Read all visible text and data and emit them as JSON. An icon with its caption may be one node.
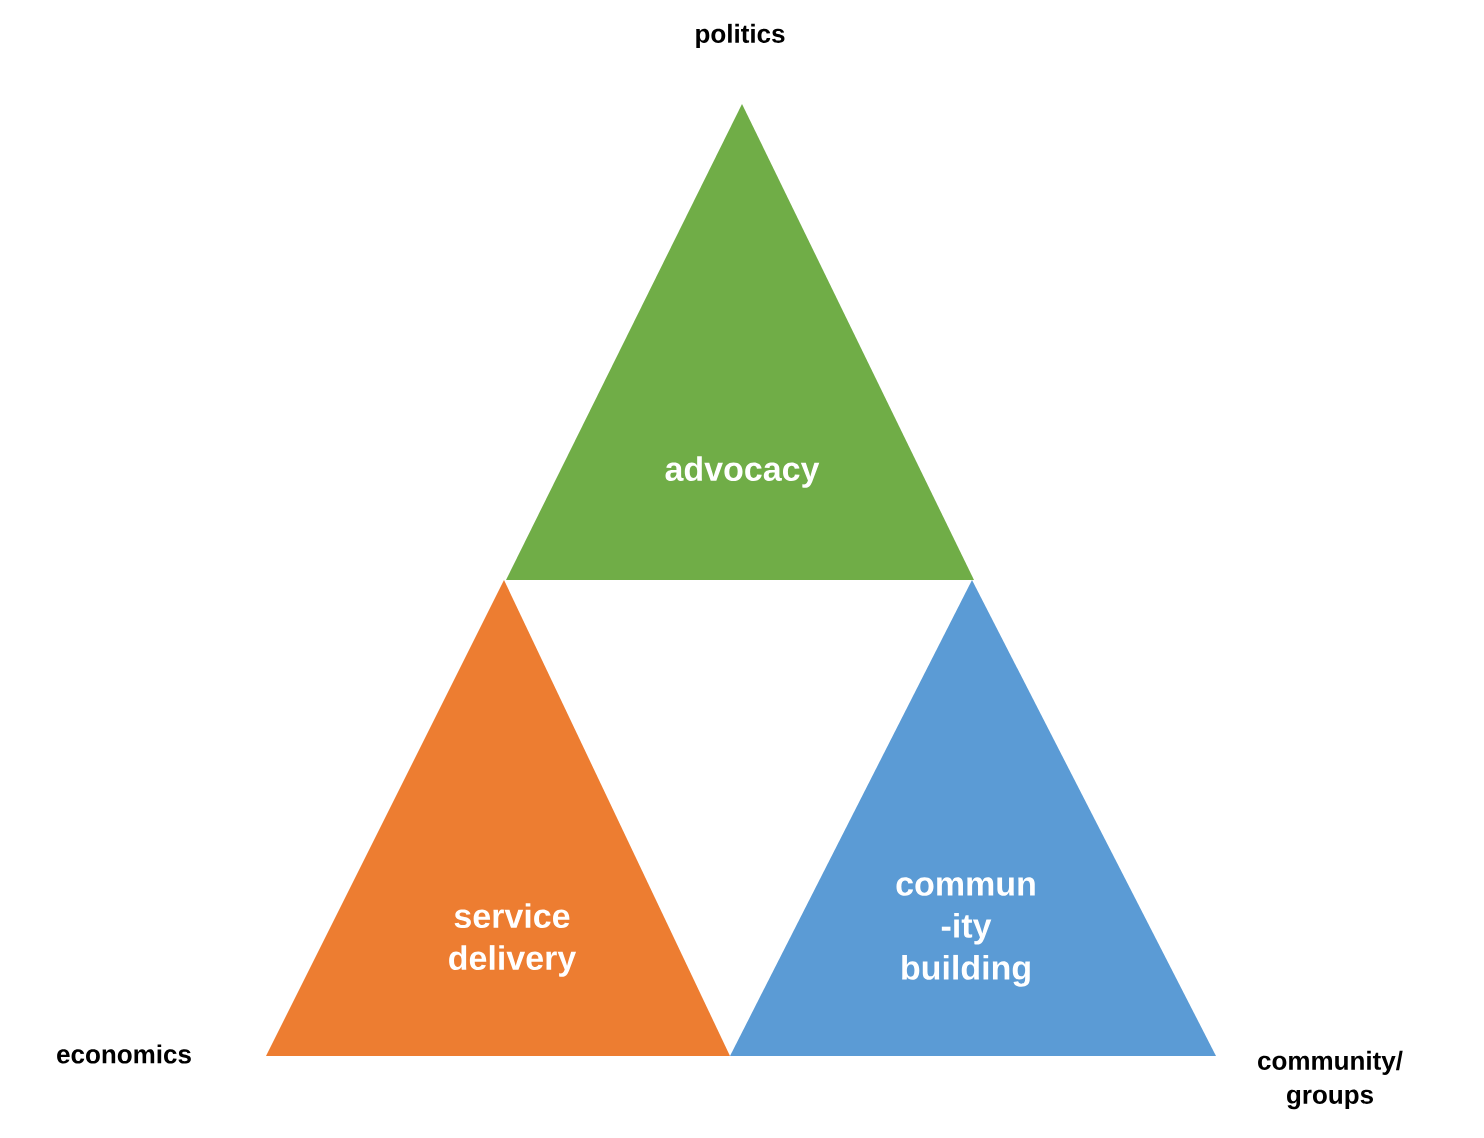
{
  "diagram": {
    "nodes": [
      {
        "text": [
          "advocacy"
        ]
      },
      {
        "text": [
          "service delivery"
        ]
      },
      {
        "text": [
          "commun -ity building"
        ]
      }
    ],
    "labels": [
      "politics",
      "economics",
      "community/ groups"
    ]
  }
}
